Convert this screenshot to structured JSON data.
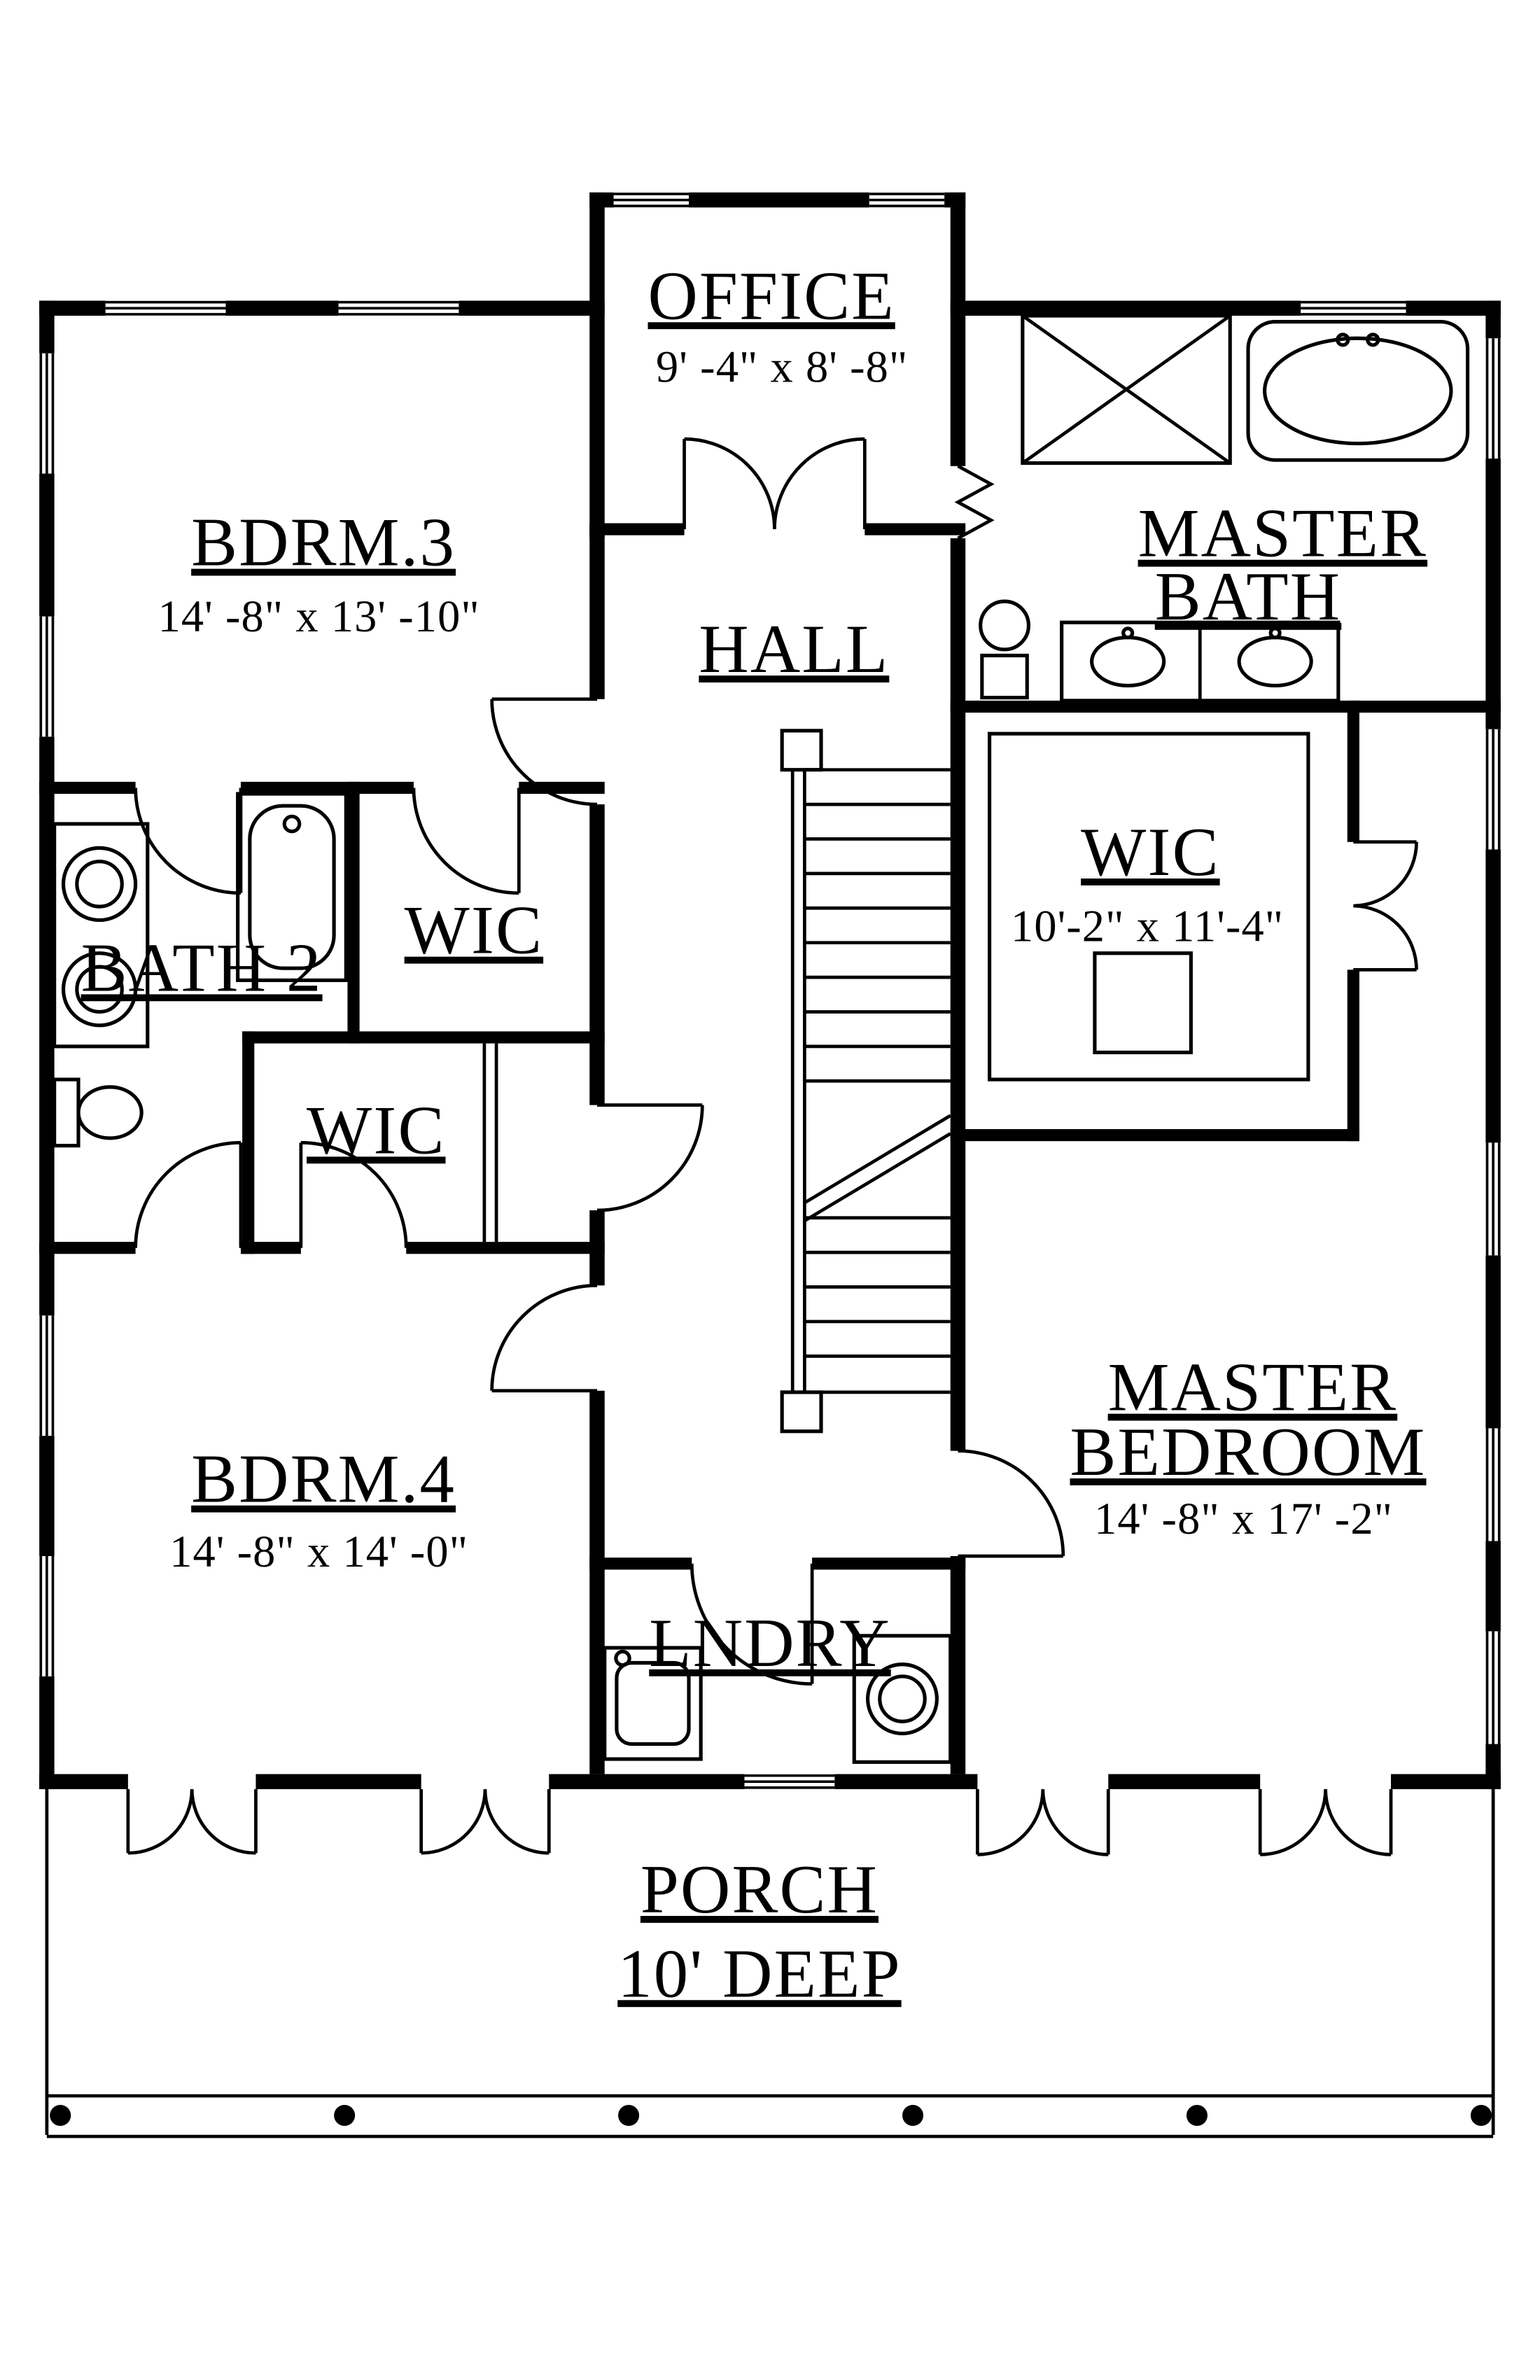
{
  "colors": {
    "ink": "#000000",
    "background": "#ffffff"
  },
  "plan": {
    "office": {
      "name": "OFFICE",
      "dims": "9' -4\" x 8' -8\""
    },
    "bdrm3": {
      "name": "BDRM.3",
      "dims": "14' -8\" x 13' -10\""
    },
    "master_bath": {
      "name_line1": "MASTER",
      "name_line2": "BATH"
    },
    "hall": {
      "name": "HALL"
    },
    "wic_master": {
      "name": "WIC",
      "dims": "10'-2\" x 11'-4\""
    },
    "bath2": {
      "name": "BATH 2"
    },
    "wic_upper": {
      "name": "WIC"
    },
    "wic_lower": {
      "name": "WIC"
    },
    "master_bedroom": {
      "name_line1": "MASTER",
      "name_line2": "BEDROOM",
      "dims": "14' -8\" x 17' -2\""
    },
    "bdrm4": {
      "name": "BDRM.4",
      "dims": "14' -8\" x 14' -0\""
    },
    "laundry": {
      "name": "LNDRY"
    },
    "porch": {
      "name": "PORCH",
      "dims": "10' DEEP"
    }
  }
}
